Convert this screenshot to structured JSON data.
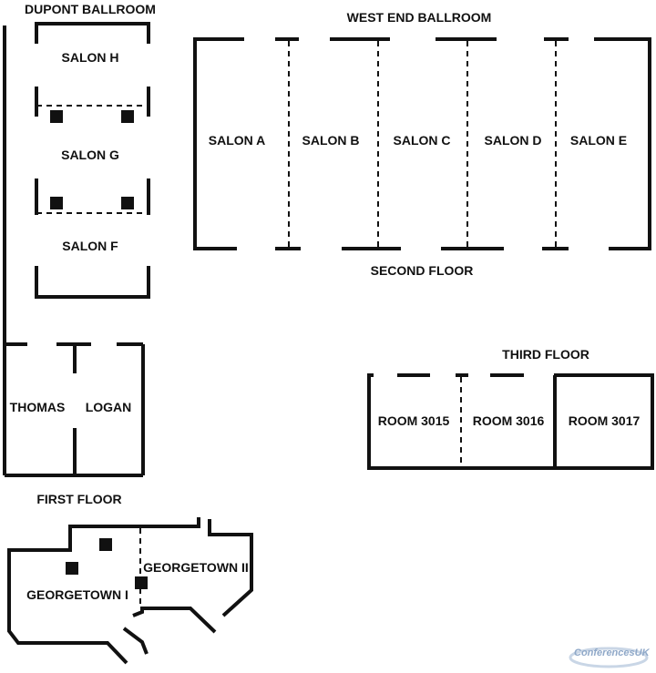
{
  "floors": {
    "first": {
      "label": "FIRST FLOOR",
      "rooms": {
        "georgetown_1": "GEORGETOWN I",
        "georgetown_2": "GEORGETOWN II"
      }
    },
    "second": {
      "label": "SECOND FLOOR",
      "dupont": {
        "title": "DUPONT BALLROOM",
        "salons": {
          "h": "SALON H",
          "g": "SALON G",
          "f": "SALON F"
        }
      },
      "thomas": "THOMAS",
      "logan": "LOGAN",
      "west_end": {
        "title": "WEST END BALLROOM",
        "salons": {
          "a": "SALON A",
          "b": "SALON B",
          "c": "SALON C",
          "d": "SALON D",
          "e": "SALON E"
        }
      }
    },
    "third": {
      "label": "THIRD FLOOR",
      "rooms": {
        "r3015": "ROOM 3015",
        "r3016": "ROOM 3016",
        "r3017": "ROOM 3017"
      }
    }
  },
  "watermark": {
    "text": "Conferences",
    "suffix": "UK",
    "color": "#8fa8c8"
  }
}
